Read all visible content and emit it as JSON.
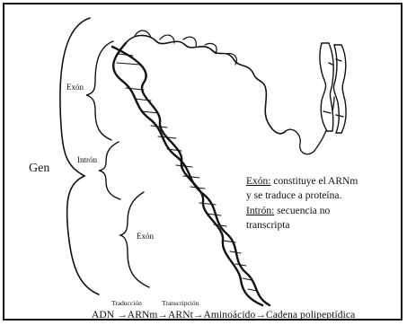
{
  "labels": {
    "exon_top": "Exón",
    "intron": "Intrón",
    "gen": "Gen",
    "exon_bottom": "Exón"
  },
  "legend": {
    "exon_term": "Exón:",
    "exon_text_1": " constituye el ARNm",
    "exon_text_2": "y se traduce a proteína.",
    "intron_term": "Intrón:",
    "intron_text_1": " secuencia no",
    "intron_text_2": "transcripta"
  },
  "flow": {
    "traduccion": "Traducción",
    "transcripcion": "Transcripción",
    "sequence": "ADN →ARNm→ARNt→Aminoácido→Cadena polipeptídica"
  },
  "colors": {
    "ink": "#111111",
    "background": "#ffffff"
  }
}
